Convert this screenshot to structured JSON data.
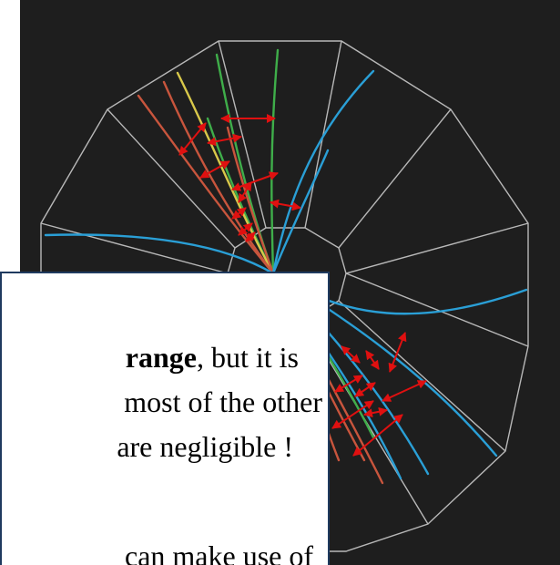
{
  "caption": {
    "line1_bold": "range",
    "line1_rest": ", but it is",
    "line2": "most of the other",
    "line3": "are negligible !",
    "line4": "can make use of"
  },
  "colors": {
    "background": "#1e1e1e",
    "detector_outline": "#b8b8b8",
    "track_blue": "#2a9fd6",
    "track_green": "#3fae4a",
    "track_red": "#c8553d",
    "track_yellow": "#d8c84a",
    "arrow_red": "#e01010",
    "box_border": "#1f3a5f"
  }
}
